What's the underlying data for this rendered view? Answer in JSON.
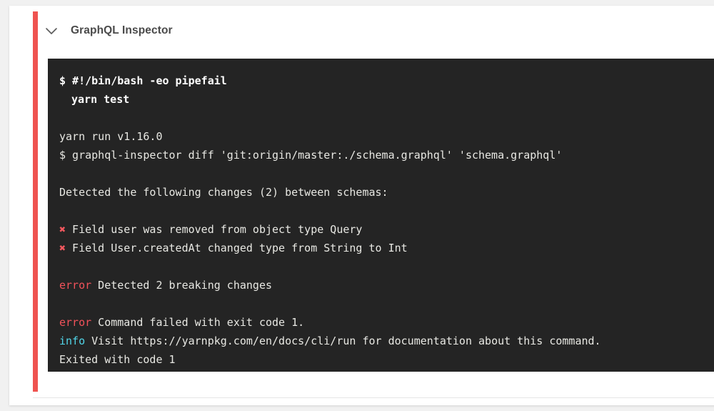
{
  "theme": {
    "page_background": "#f1f1f1",
    "card_background": "#ffffff",
    "accent_color": "#ef5350",
    "terminal_background": "#242424",
    "terminal_text": "#e8e8e3",
    "error_color": "#f2525a",
    "info_color": "#51d5e8"
  },
  "step": {
    "title": "GraphQL Inspector",
    "toggle_icon": "chevron-down-icon",
    "status": "failed"
  },
  "terminal": {
    "lines": [
      {
        "id": "shebang",
        "type": "command",
        "prefix": "$",
        "text": "#!/bin/bash -eo pipefail"
      },
      {
        "id": "yarn-test",
        "type": "command",
        "prefix": "",
        "text": "yarn test",
        "indent": true
      },
      {
        "id": "gap-1",
        "type": "blank",
        "text": ""
      },
      {
        "id": "yarn-version",
        "type": "output",
        "text": "yarn run v1.16.0"
      },
      {
        "id": "inspector-diff",
        "type": "output",
        "text": "$ graphql-inspector diff 'git:origin/master:./schema.graphql' 'schema.graphql'"
      },
      {
        "id": "gap-2",
        "type": "blank",
        "text": ""
      },
      {
        "id": "detected",
        "type": "output",
        "text": "Detected the following changes (2) between schemas:"
      },
      {
        "id": "gap-3",
        "type": "blank",
        "text": ""
      },
      {
        "id": "change-1",
        "type": "change",
        "marker": "✖",
        "text": "Field user was removed from object type Query"
      },
      {
        "id": "change-2",
        "type": "change",
        "marker": "✖",
        "text": "Field User.createdAt changed type from String to Int"
      },
      {
        "id": "gap-4",
        "type": "blank",
        "text": ""
      },
      {
        "id": "error-breaking",
        "type": "labeled",
        "label": "error",
        "label_kind": "error",
        "text": "Detected 2 breaking changes"
      },
      {
        "id": "gap-5",
        "type": "blank",
        "text": ""
      },
      {
        "id": "error-exit",
        "type": "labeled",
        "label": "error",
        "label_kind": "error",
        "text": "Command failed with exit code 1."
      },
      {
        "id": "info-visit",
        "type": "labeled",
        "label": "info",
        "label_kind": "info",
        "text": "Visit https://yarnpkg.com/en/docs/cli/run for documentation about this command."
      },
      {
        "id": "exited",
        "type": "output",
        "text": "Exited with code 1"
      }
    ]
  }
}
